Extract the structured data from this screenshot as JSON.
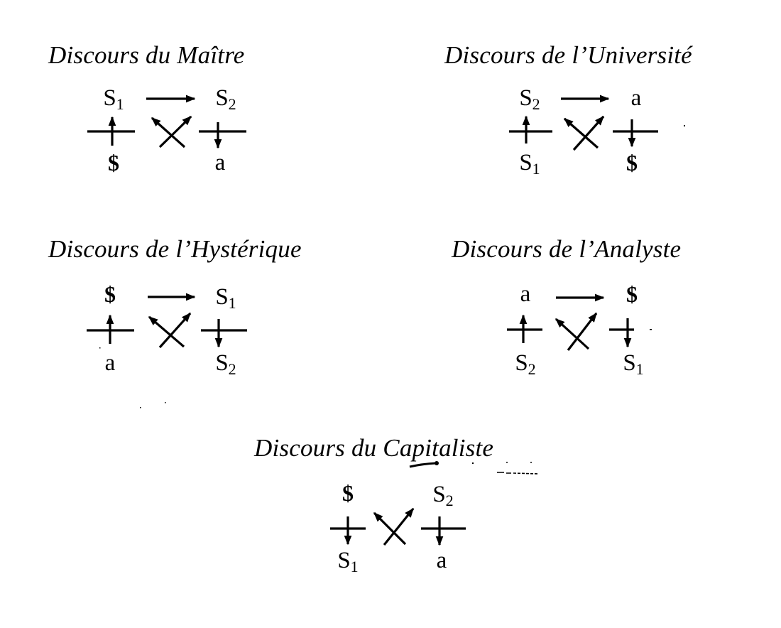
{
  "diagram": {
    "type": "lacan-four-discourses-plus-capitalist",
    "discourses": [
      {
        "name": "Discours du Maître",
        "title": "Discours du Maître",
        "agent": "S₁",
        "other": "S₂",
        "truth": "$",
        "product": "a",
        "top_arrow": true,
        "left_arrow": "up",
        "right_arrow": "down"
      },
      {
        "name": "Discours de l'Université",
        "title": "Discours de l’Université",
        "agent": "S₂",
        "other": "a",
        "truth": "S₁",
        "product": "$",
        "top_arrow": true,
        "left_arrow": "up",
        "right_arrow": "down"
      },
      {
        "name": "Discours de l'Hystérique",
        "title": "Discours de l’Hystérique",
        "agent": "$",
        "other": "S₁",
        "truth": "a",
        "product": "S₂",
        "top_arrow": true,
        "left_arrow": "up",
        "right_arrow": "down"
      },
      {
        "name": "Discours de l'Analyste",
        "title": "Discours de l’Analyste",
        "agent": "a",
        "other": "$",
        "truth": "S₂",
        "product": "S₁",
        "top_arrow": true,
        "left_arrow": "up",
        "right_arrow": "down"
      },
      {
        "name": "Discours du Capitaliste",
        "title": "Discours du Capitaliste",
        "agent": "$",
        "other": "S₂",
        "truth": "S₁",
        "product": "a",
        "top_arrow": false,
        "left_arrow": "down",
        "right_arrow": "down"
      }
    ]
  },
  "labels": {
    "maitre": {
      "title_pre": "Discours du Ma",
      "title_i": "î",
      "title_post": "tre",
      "tl": "S",
      "tl_sub": "1",
      "tr": "S",
      "tr_sub": "2",
      "bl": "$",
      "br": "a"
    },
    "universite": {
      "title": "Discours de l’Université",
      "tl": "S",
      "tl_sub": "2",
      "tr": "a",
      "bl": "S",
      "bl_sub": "1",
      "br": "$"
    },
    "hysterique": {
      "title": "Discours de l’Hystérique",
      "tl": "$",
      "tr": "S",
      "tr_sub": "1",
      "bl": "a",
      "br": "S",
      "br_sub": "2"
    },
    "analyste": {
      "title": "Discours de l’Analyste",
      "tl": "a",
      "tr": "$",
      "bl": "S",
      "bl_sub": "2",
      "br": "S",
      "br_sub": "1"
    },
    "capitaliste": {
      "title": "Discours du Capitaliste",
      "tl": "$",
      "tr": "S",
      "tr_sub": "2",
      "bl": "S",
      "bl_sub": "1",
      "br": "a"
    }
  }
}
